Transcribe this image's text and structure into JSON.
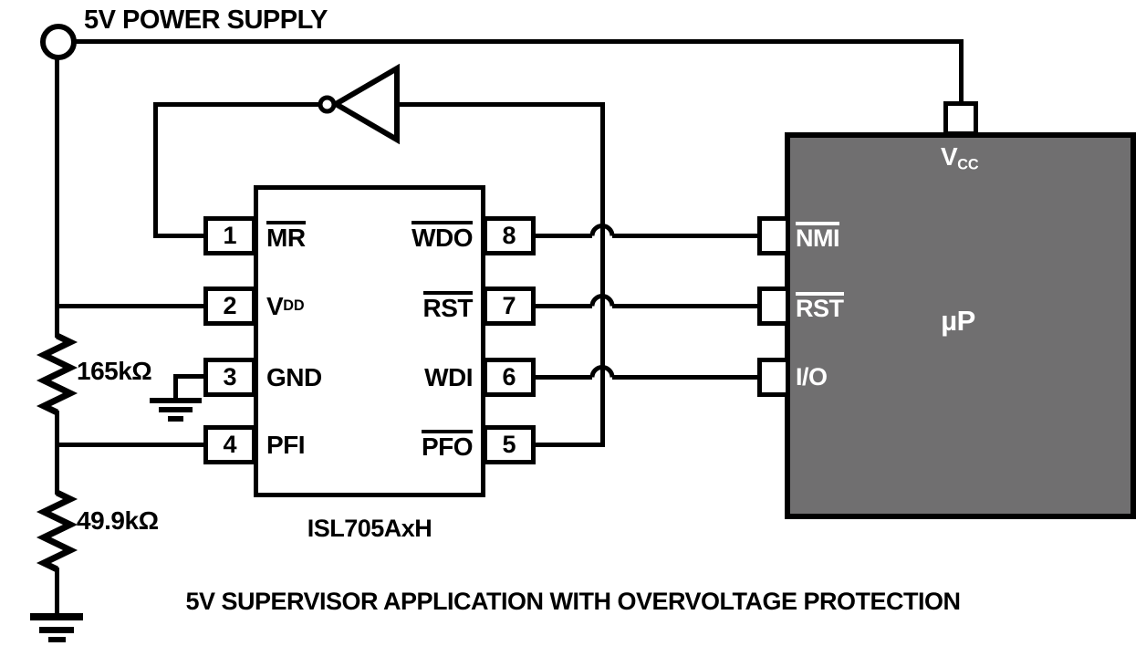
{
  "diagram_type": "circuit-schematic",
  "colors": {
    "wire": "#000000",
    "microprocessor_fill": "#706f70",
    "background": "#ffffff",
    "micro_text": "#ffffff"
  },
  "power": {
    "label": "5V POWER SUPPLY"
  },
  "caption": "5V SUPERVISOR APPLICATION WITH OVERVOLTAGE PROTECTION",
  "supervisor_ic": {
    "name": "ISL705AxH",
    "left_pins": [
      {
        "num": "1",
        "label": "MR",
        "overline": true
      },
      {
        "num": "2",
        "label": "V",
        "sub": "DD",
        "overline": false
      },
      {
        "num": "3",
        "label": "GND",
        "overline": false
      },
      {
        "num": "4",
        "label": "PFI",
        "overline": false
      }
    ],
    "right_pins": [
      {
        "num": "8",
        "label": "WDO",
        "overline": true
      },
      {
        "num": "7",
        "label": "RST",
        "overline": true
      },
      {
        "num": "6",
        "label": "WDI",
        "overline": false
      },
      {
        "num": "5",
        "label": "PFO",
        "overline": true
      }
    ]
  },
  "microprocessor": {
    "name": "µP",
    "vcc": {
      "label": "V",
      "sub": "CC"
    },
    "pins": [
      {
        "label": "NMI",
        "overline": true
      },
      {
        "label": "RST",
        "overline": true
      },
      {
        "label": "I/O",
        "overline": false
      }
    ]
  },
  "resistors": [
    {
      "value": "165kΩ"
    },
    {
      "value": "49.9kΩ"
    }
  ],
  "inverter": {
    "type": "logic-inverter"
  },
  "grounds": [
    {
      "name": "gnd-pin3"
    },
    {
      "name": "gnd-divider"
    }
  ]
}
